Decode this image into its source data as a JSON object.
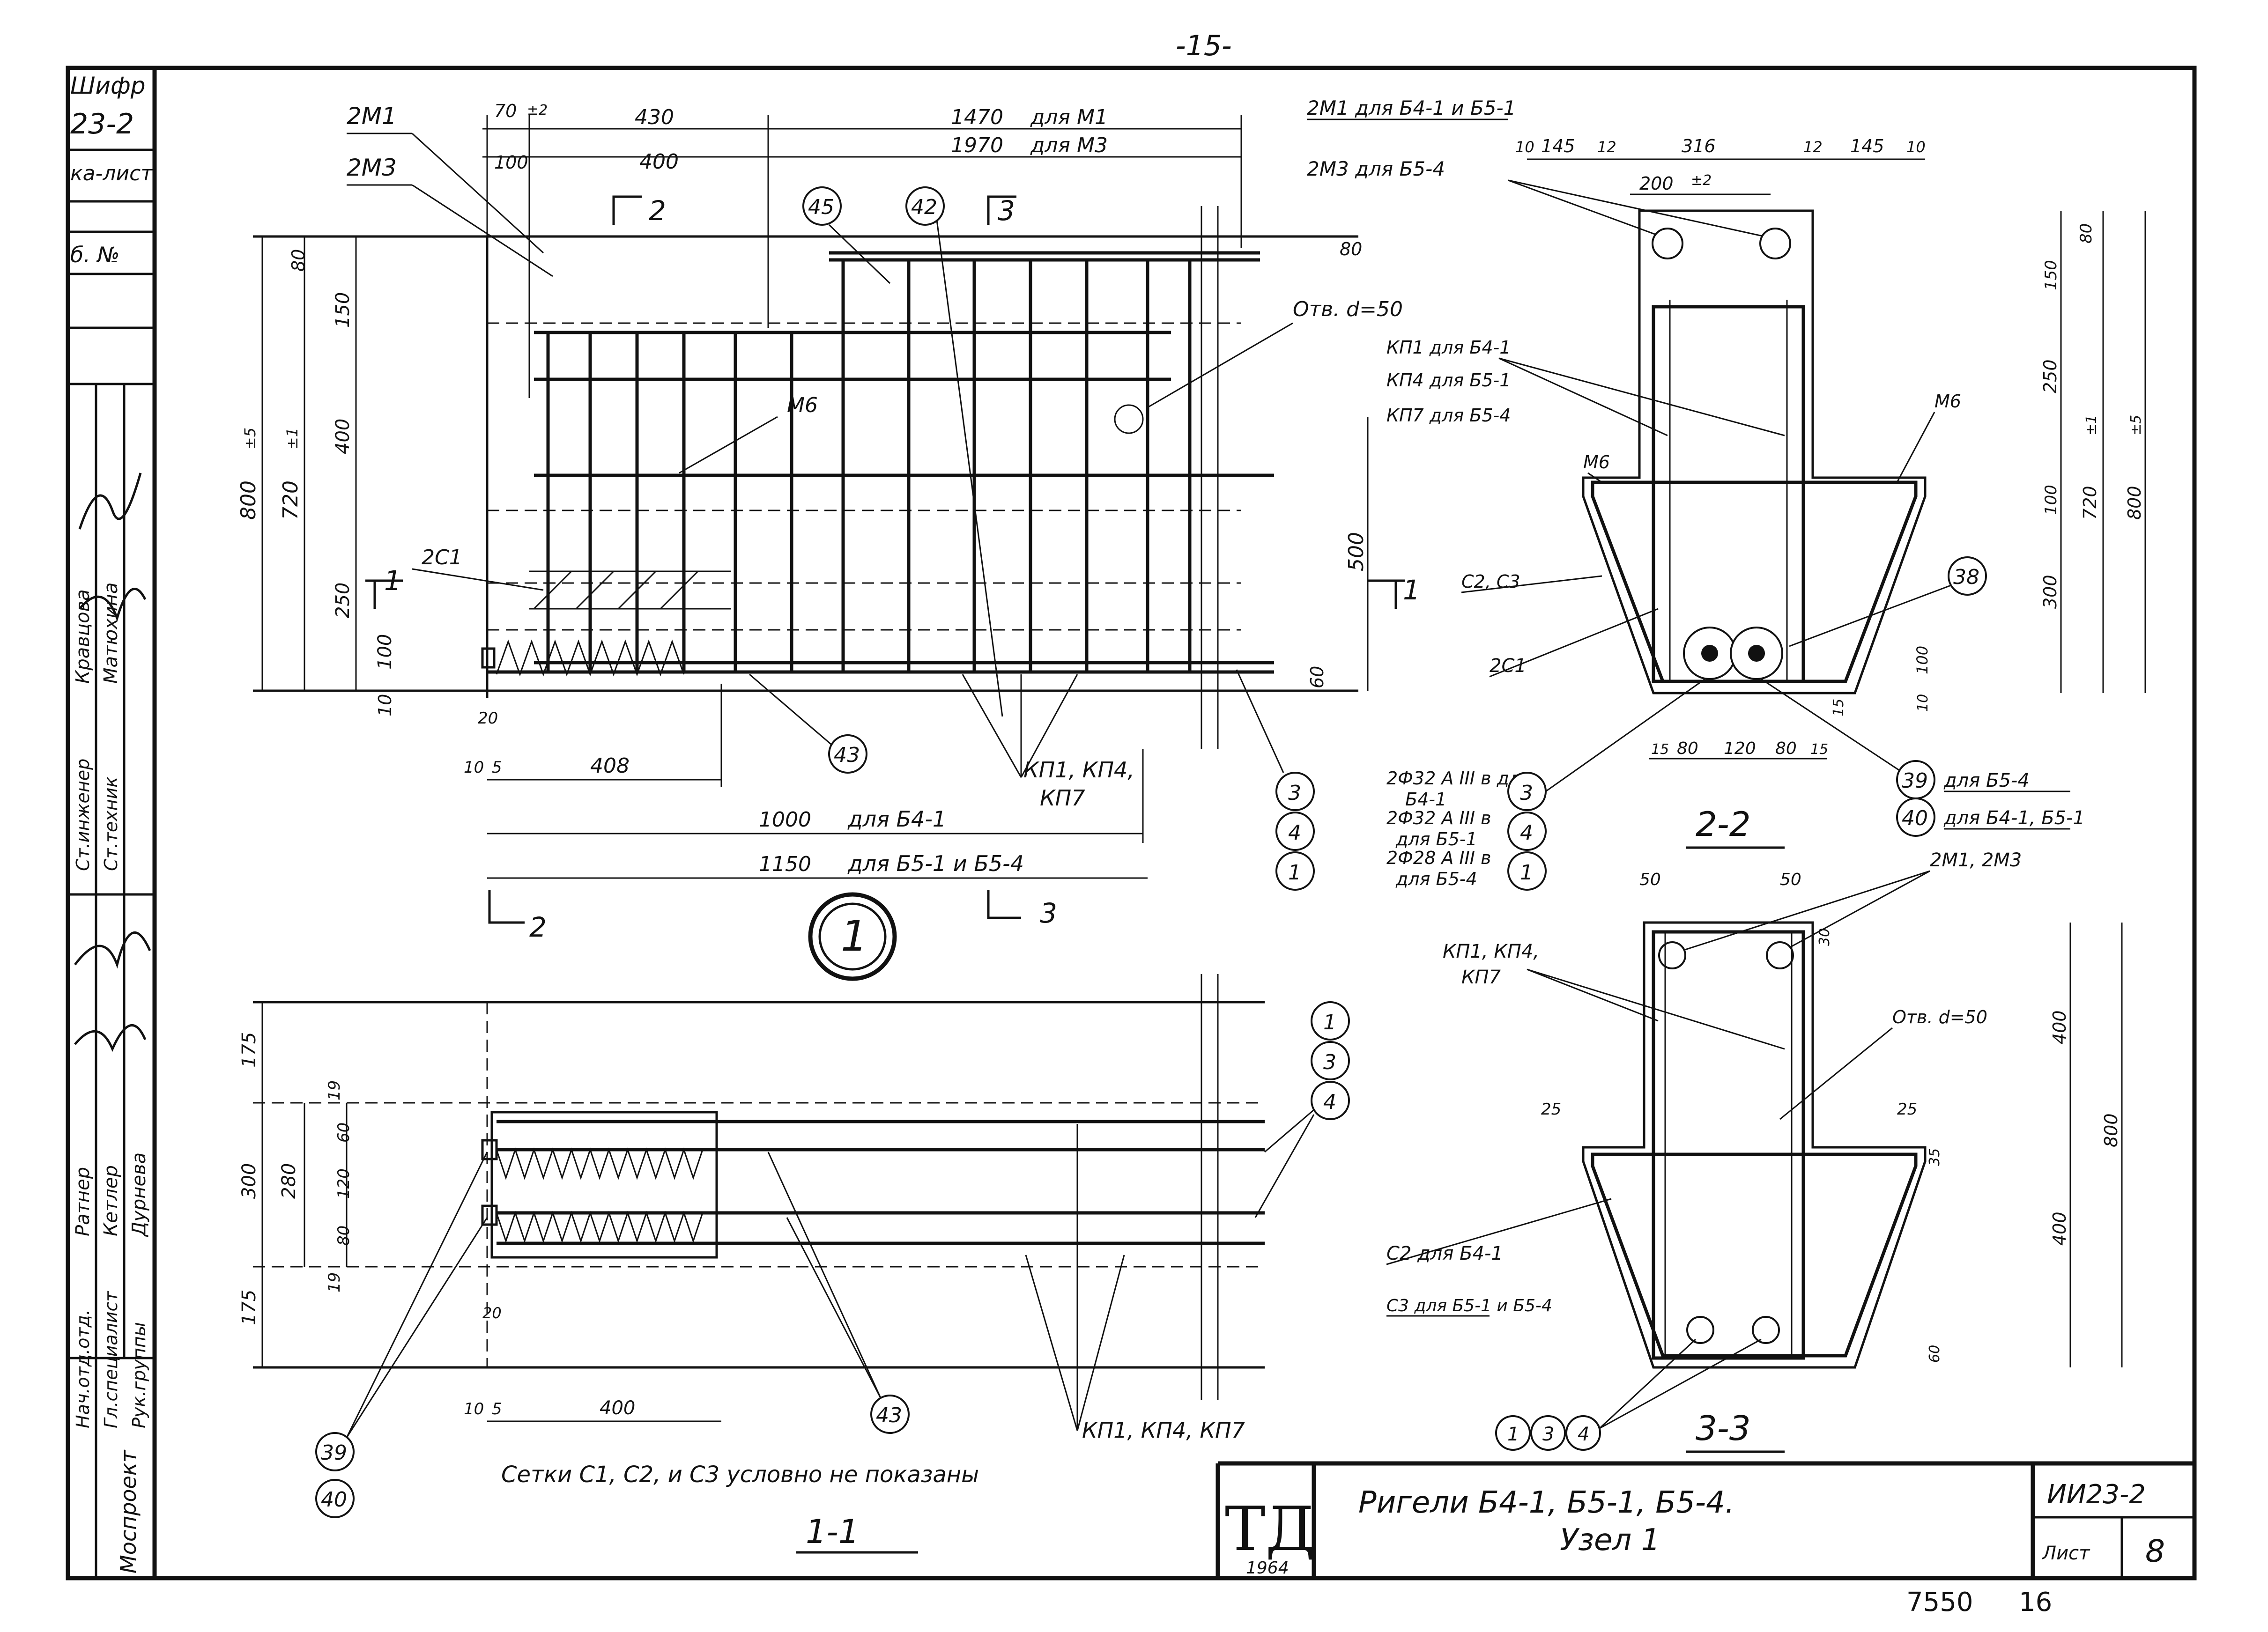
{
  "page_number": "-15-",
  "title_block": {
    "logo": "ТД",
    "year": "1964",
    "title_line1": "Ригели Б4-1, Б5-1, Б5-4.",
    "title_line2": "Узел 1",
    "code": "ИИ23-2",
    "sheet_label": "Лист",
    "sheet_number": "8",
    "stamp_number": "7550",
    "stamp_extra": "16"
  },
  "left_strip": {
    "cipher_label": "Шифр",
    "cipher": "23-2",
    "album_sheet": "ка-лист",
    "inv": "б. №",
    "org": "Моспроект",
    "roles": [
      "Нач.отд.отд.",
      "Гл.специалист",
      "Рук.группы",
      "Ст.инженер",
      "Ст.техник"
    ],
    "names": [
      "Ратнер",
      "Кетлер",
      "Дурнева",
      "Кравцова",
      "Матюхина"
    ]
  },
  "view1": {
    "label_2M1": "2М1",
    "label_2M3": "2М3",
    "dim_70": "70",
    "tol_70": "±2",
    "dim_430": "430",
    "dim_100": "100",
    "dim_400": "400",
    "dim_1470": "1470",
    "for_m1": "для М1",
    "dim_1970": "1970",
    "for_m3": "для М3",
    "section_2": "2",
    "section_3": "3",
    "section_1": "1",
    "callout_45": "45",
    "callout_42": "42",
    "callout_43": "43",
    "dim_800": "800",
    "tol_800": "±5",
    "dim_720": "720",
    "tol_720": "±1",
    "dim_150": "150",
    "dim_400v": "400",
    "dim_250": "250",
    "dim_100v": "100",
    "dim_10": "10",
    "dim_80": "80",
    "dim_500": "500",
    "dim_60": "60",
    "hole": "Отв. d=50",
    "m6": "М6",
    "c1": "2С1",
    "kp_label": "КП1, КП4,",
    "kp_label2": "КП7",
    "dim_408": "408",
    "dim_1000": "1000",
    "for_b41": "для Б4-1",
    "dim_1150": "1150",
    "for_b5": "для Б5-1 и Б5-4",
    "dim_20": "20",
    "dim_5": "5",
    "node_number": "1"
  },
  "view1_1": {
    "dim_175a": "175",
    "dim_300": "300",
    "dim_280": "280",
    "dim_175b": "175",
    "dim_19a": "19",
    "dim_60": "60",
    "dim_120": "120",
    "dim_80": "80",
    "dim_19b": "19",
    "dim_20": "20",
    "dim_10": "10",
    "dim_5": "5",
    "dim_400": "400",
    "callouts": [
      "1",
      "3",
      "4"
    ],
    "callout_39": "39",
    "callout_40": "40",
    "callout_43": "43",
    "kp": "КП1, КП4, КП7",
    "note": "Сетки С1, С2, и С3 условно не показаны",
    "label": "1-1"
  },
  "view2_2": {
    "m1_label": "2М1 для Б4-1 и Б5-1",
    "m3_label": "2М3 для Б5-4",
    "dims_top": [
      "10",
      "145",
      "12",
      "316",
      "12",
      "145",
      "10"
    ],
    "dim_200": "200",
    "tol_200": "±2",
    "kp1": "КП1 для Б4-1",
    "kp4": "КП4 для Б5-1",
    "kp7": "КП7 для Б5-4",
    "m6a": "М6",
    "m6b": "М6",
    "c23": "С2, С3",
    "c1": "2С1",
    "callout_38": "38",
    "dims_right": [
      "80",
      "150",
      "250",
      "100",
      "300",
      "100",
      "10"
    ],
    "dim_720": "720",
    "tol_720": "±1",
    "dim_800": "800",
    "tol_800": "±5",
    "dims_bottom": [
      "15",
      "80",
      "120",
      "80",
      "15"
    ],
    "dim_15r": "15",
    "bars": [
      {
        "text": "2Ф32 А III в для",
        "text2": "Б4-1",
        "callout": "3"
      },
      {
        "text": "2Ф32 А III в",
        "text2": "для Б5-1",
        "callout": "4"
      },
      {
        "text": "2Ф28 А III в",
        "text2": "для Б5-4",
        "callout": "1"
      }
    ],
    "c39": "39",
    "c39_text": "для Б5-4",
    "c40": "40",
    "c40_text": "для Б4-1, Б5-1",
    "label": "2-2"
  },
  "view3_3": {
    "dim_50a": "50",
    "dim_50b": "50",
    "dim_30": "30",
    "m_label": "2М1, 2М3",
    "kp": "КП1, КП4,",
    "kp2": "КП7",
    "hole": "Отв. d=50",
    "dim_25a": "25",
    "dim_25b": "25",
    "dim_35": "35",
    "dim_400a": "400",
    "dim_800": "800",
    "dim_400b": "400",
    "dim_60": "60",
    "c2": "С2 для Б4-1",
    "c3": "С3 для Б5-1 и Б5-4",
    "callouts": [
      "1",
      "3",
      "4"
    ],
    "label": "3-3"
  }
}
